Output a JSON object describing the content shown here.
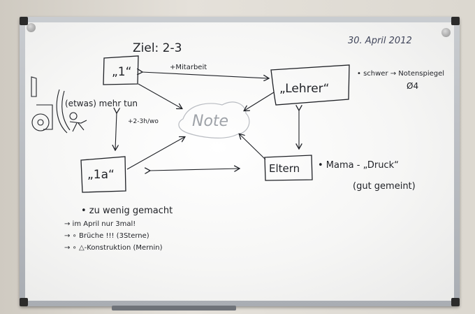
{
  "board": {
    "date": "30. April 2012",
    "goal": "Ziel: 2-3",
    "center": "Note",
    "node_1": "„1“",
    "node_1a": "„1a“",
    "node_lehrer": "„Lehrer“",
    "node_eltern": "Eltern",
    "label_mitarbeit": "+Mitarbeit",
    "label_mehr_tun": "(etwas) mehr tun",
    "label_time": "+2-3h/wo",
    "lehrer_note_1": "• schwer → Notenspiegel",
    "lehrer_note_2": "Ø4",
    "eltern_note_1": "• Mama  - „Druck“",
    "eltern_note_2": "(gut gemeint)",
    "list_title": "• zu wenig gemacht",
    "list_items": [
      "→ im April nur 3mal!",
      "→ ∘ Brüche !!! (3Sterne)",
      "→ ∘ △-Konstruktion (Mernin)"
    ]
  }
}
